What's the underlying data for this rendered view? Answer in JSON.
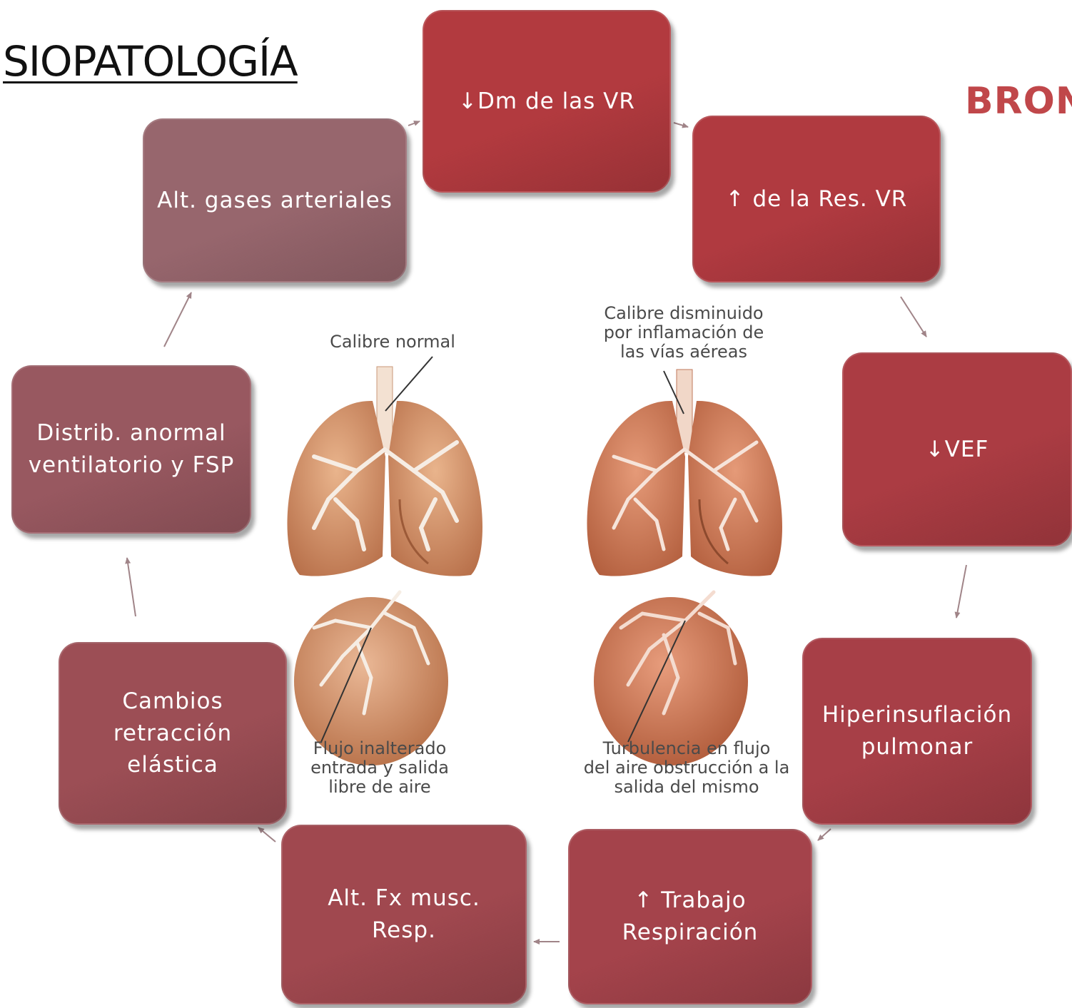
{
  "title": "SIOPATOLOGÍA",
  "brand": "BRON",
  "nodes": [
    {
      "id": "dm-vr",
      "label": "↓Dm de las VR",
      "color": "#b23a3f"
    },
    {
      "id": "res-vr",
      "label": "↑ de la Res. VR",
      "color": "#b03a40"
    },
    {
      "id": "vef",
      "label": "↓VEF",
      "color": "#ab3c43"
    },
    {
      "id": "hiperinsuflacion",
      "label": "Hiperinsuflación\npulmonar",
      "color": "#a73f47"
    },
    {
      "id": "trabajo",
      "label": "↑ Trabajo\nRespiración",
      "color": "#a4434b"
    },
    {
      "id": "fx-musc",
      "label": "Alt.  Fx musc.\nResp.",
      "color": "#a0484f"
    },
    {
      "id": "retraccion",
      "label": "Cambios\nretracción\nelástica",
      "color": "#9c4e55"
    },
    {
      "id": "distrib",
      "label": "Distrib. anormal\nventilatorio y FSP",
      "color": "#985860"
    },
    {
      "id": "gases",
      "label": "Alt. gases arteriales",
      "color": "#97666d"
    }
  ],
  "illustration": {
    "label_normal": "Calibre normal",
    "label_inflamed": "Calibre disminuido\npor inflamación de\nlas vías aéreas",
    "label_flow_normal": "Flujo inalterado\nentrada y salida\nlibre de aire",
    "label_flow_obstructed": "Turbulencia en flujo\ndel aire obstrucción a la\nsalida del mismo",
    "lung_color": "#d8956a",
    "airway_color": "#f6ede4"
  }
}
